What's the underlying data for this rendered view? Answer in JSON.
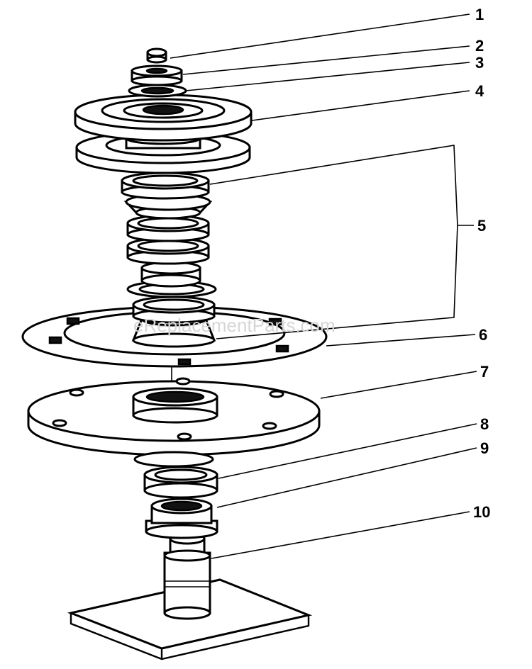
{
  "callouts": [
    {
      "id": "1",
      "label": "1"
    },
    {
      "id": "2",
      "label": "2"
    },
    {
      "id": "3",
      "label": "3"
    },
    {
      "id": "4",
      "label": "4"
    },
    {
      "id": "5",
      "label": "5"
    },
    {
      "id": "6",
      "label": "6"
    },
    {
      "id": "7",
      "label": "7"
    },
    {
      "id": "8",
      "label": "8"
    },
    {
      "id": "9",
      "label": "9"
    },
    {
      "id": "10",
      "label": "10"
    }
  ],
  "watermark": "eReplacementParts.com"
}
